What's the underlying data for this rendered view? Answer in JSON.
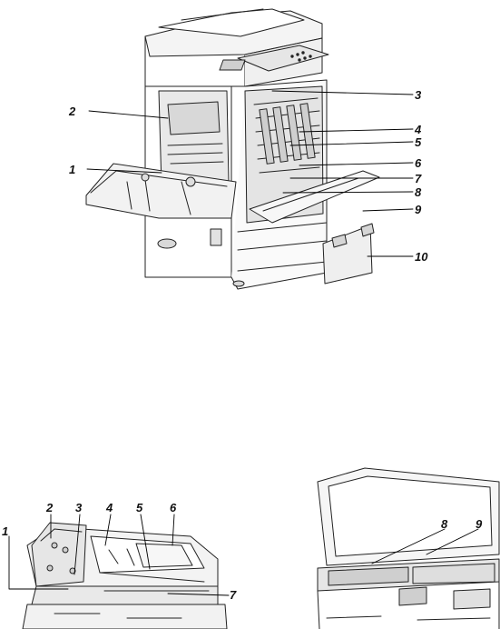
{
  "top_diagram": {
    "callouts": [
      "1",
      "2",
      "3",
      "4",
      "5",
      "6",
      "7",
      "8",
      "9",
      "10"
    ]
  },
  "bottom_left_diagram": {
    "callouts": [
      "1",
      "2",
      "3",
      "4",
      "5",
      "6",
      "7"
    ]
  },
  "bottom_right_diagram": {
    "callouts": [
      "8",
      "9"
    ]
  }
}
